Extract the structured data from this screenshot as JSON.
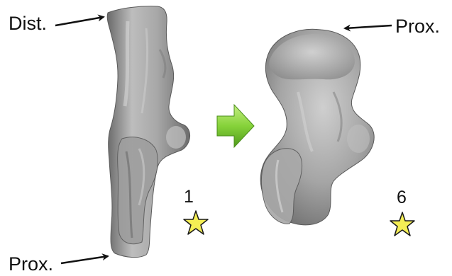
{
  "labels": {
    "left_top": "Dist.",
    "left_bottom": "Prox.",
    "right_top": "Prox."
  },
  "specimens": [
    {
      "number": "1",
      "star_icon": "star-icon"
    },
    {
      "number": "6",
      "star_icon": "star-icon"
    }
  ],
  "arrow_icon": "right-arrow-icon",
  "colors": {
    "bone_base": "#a3a3a3",
    "bone_light": "#dcdcdc",
    "bone_dark": "#5e5e5e",
    "star_fill": "#f4ee54",
    "star_stroke": "#1a1a1a",
    "arrow_green": "#6fc02c",
    "arrow_light": "#c4ee80",
    "text": "#111111"
  }
}
